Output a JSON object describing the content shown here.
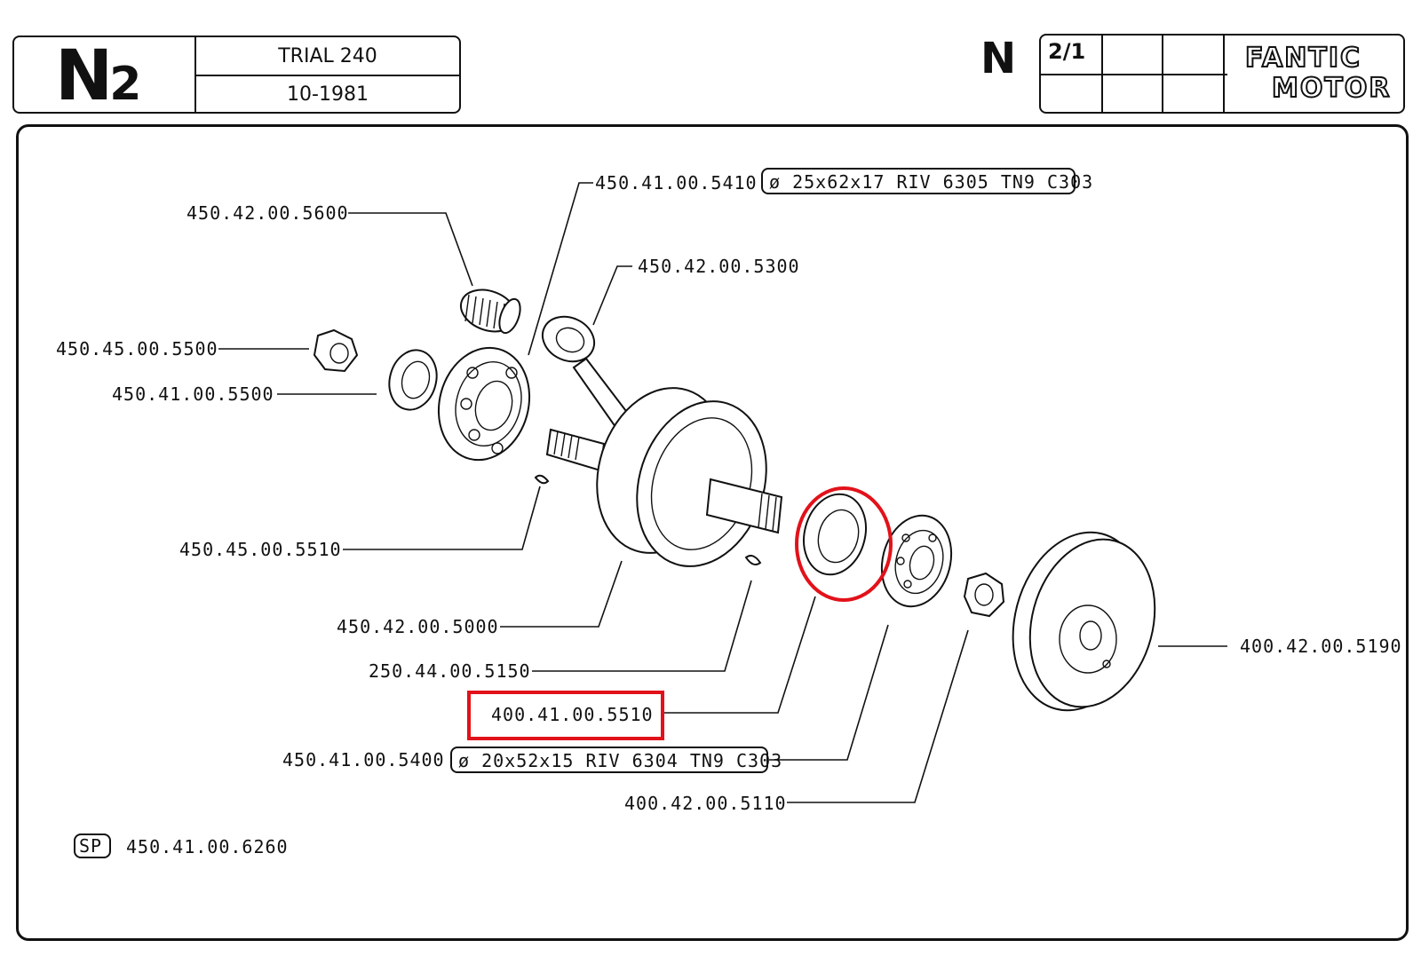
{
  "header": {
    "section_code": "N",
    "section_code_num": "2",
    "model": "TRIAL 240",
    "date": "10-1981",
    "section_letter": "N",
    "page": "2/1",
    "brand_line1": "FANTIC",
    "brand_line2": "MOTOR"
  },
  "parts": {
    "p5410": "450.41.00.5410",
    "p5410_spec": "ø 25x62x17 RIV 6305 TN9 C303",
    "p5600": "450.42.00.5600",
    "p5300": "450.42.00.5300",
    "p45_5500": "450.45.00.5500",
    "p41_5500": "450.41.00.5500",
    "p5510": "450.45.00.5510",
    "p5000": "450.42.00.5000",
    "p5150": "250.44.00.5150",
    "p5510_seal": "400.41.00.5510",
    "p5400": "450.41.00.5400",
    "p5400_spec": "ø 20x52x15 RIV 6304 TN9 C303",
    "p5110": "400.42.00.5110",
    "p5190": "400.42.00.5190"
  },
  "footer": {
    "sp_badge": "SP",
    "sp_part": "450.41.00.6260"
  },
  "highlight_color": "#e2121a"
}
